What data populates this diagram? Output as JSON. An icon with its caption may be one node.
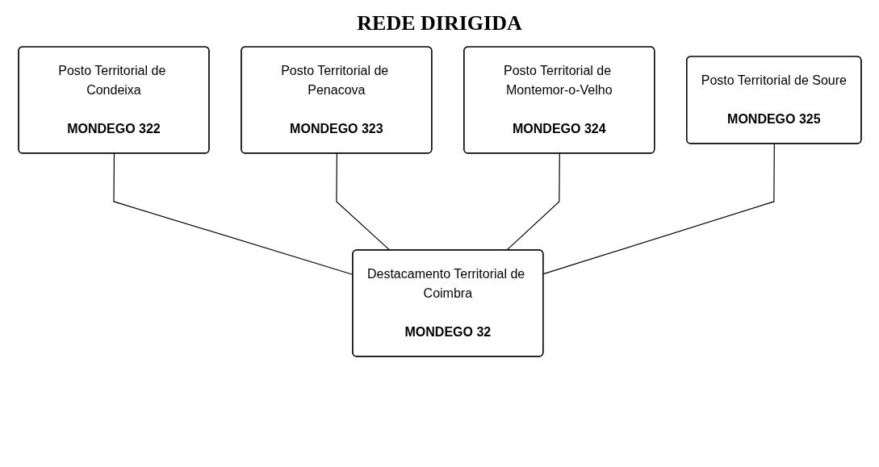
{
  "diagram": {
    "title": "REDE DIRIGIDA",
    "nodes": [
      {
        "text": [
          "Posto Territorial de Condeixa",
          "MONDEGO 322"
        ]
      },
      {
        "text": [
          "Posto Territorial de Penacova",
          "MONDEGO 323"
        ]
      },
      {
        "text": [
          "Posto Territorial de Montemor-o-Velho",
          "MONDEGO 324"
        ]
      },
      {
        "text": [
          "Posto Territorial de Soure",
          "MONDEGO 325"
        ]
      },
      {
        "text": [
          "Destacamento Territorial de Coimbra",
          "MONDEGO 32"
        ]
      }
    ],
    "edges": [
      {
        "from": 0,
        "to": 4,
        "arrow": "none"
      },
      {
        "from": 1,
        "to": 4,
        "arrow": "none"
      },
      {
        "from": 2,
        "to": 4,
        "arrow": "none"
      },
      {
        "from": 3,
        "to": 4,
        "arrow": "none"
      }
    ]
  }
}
